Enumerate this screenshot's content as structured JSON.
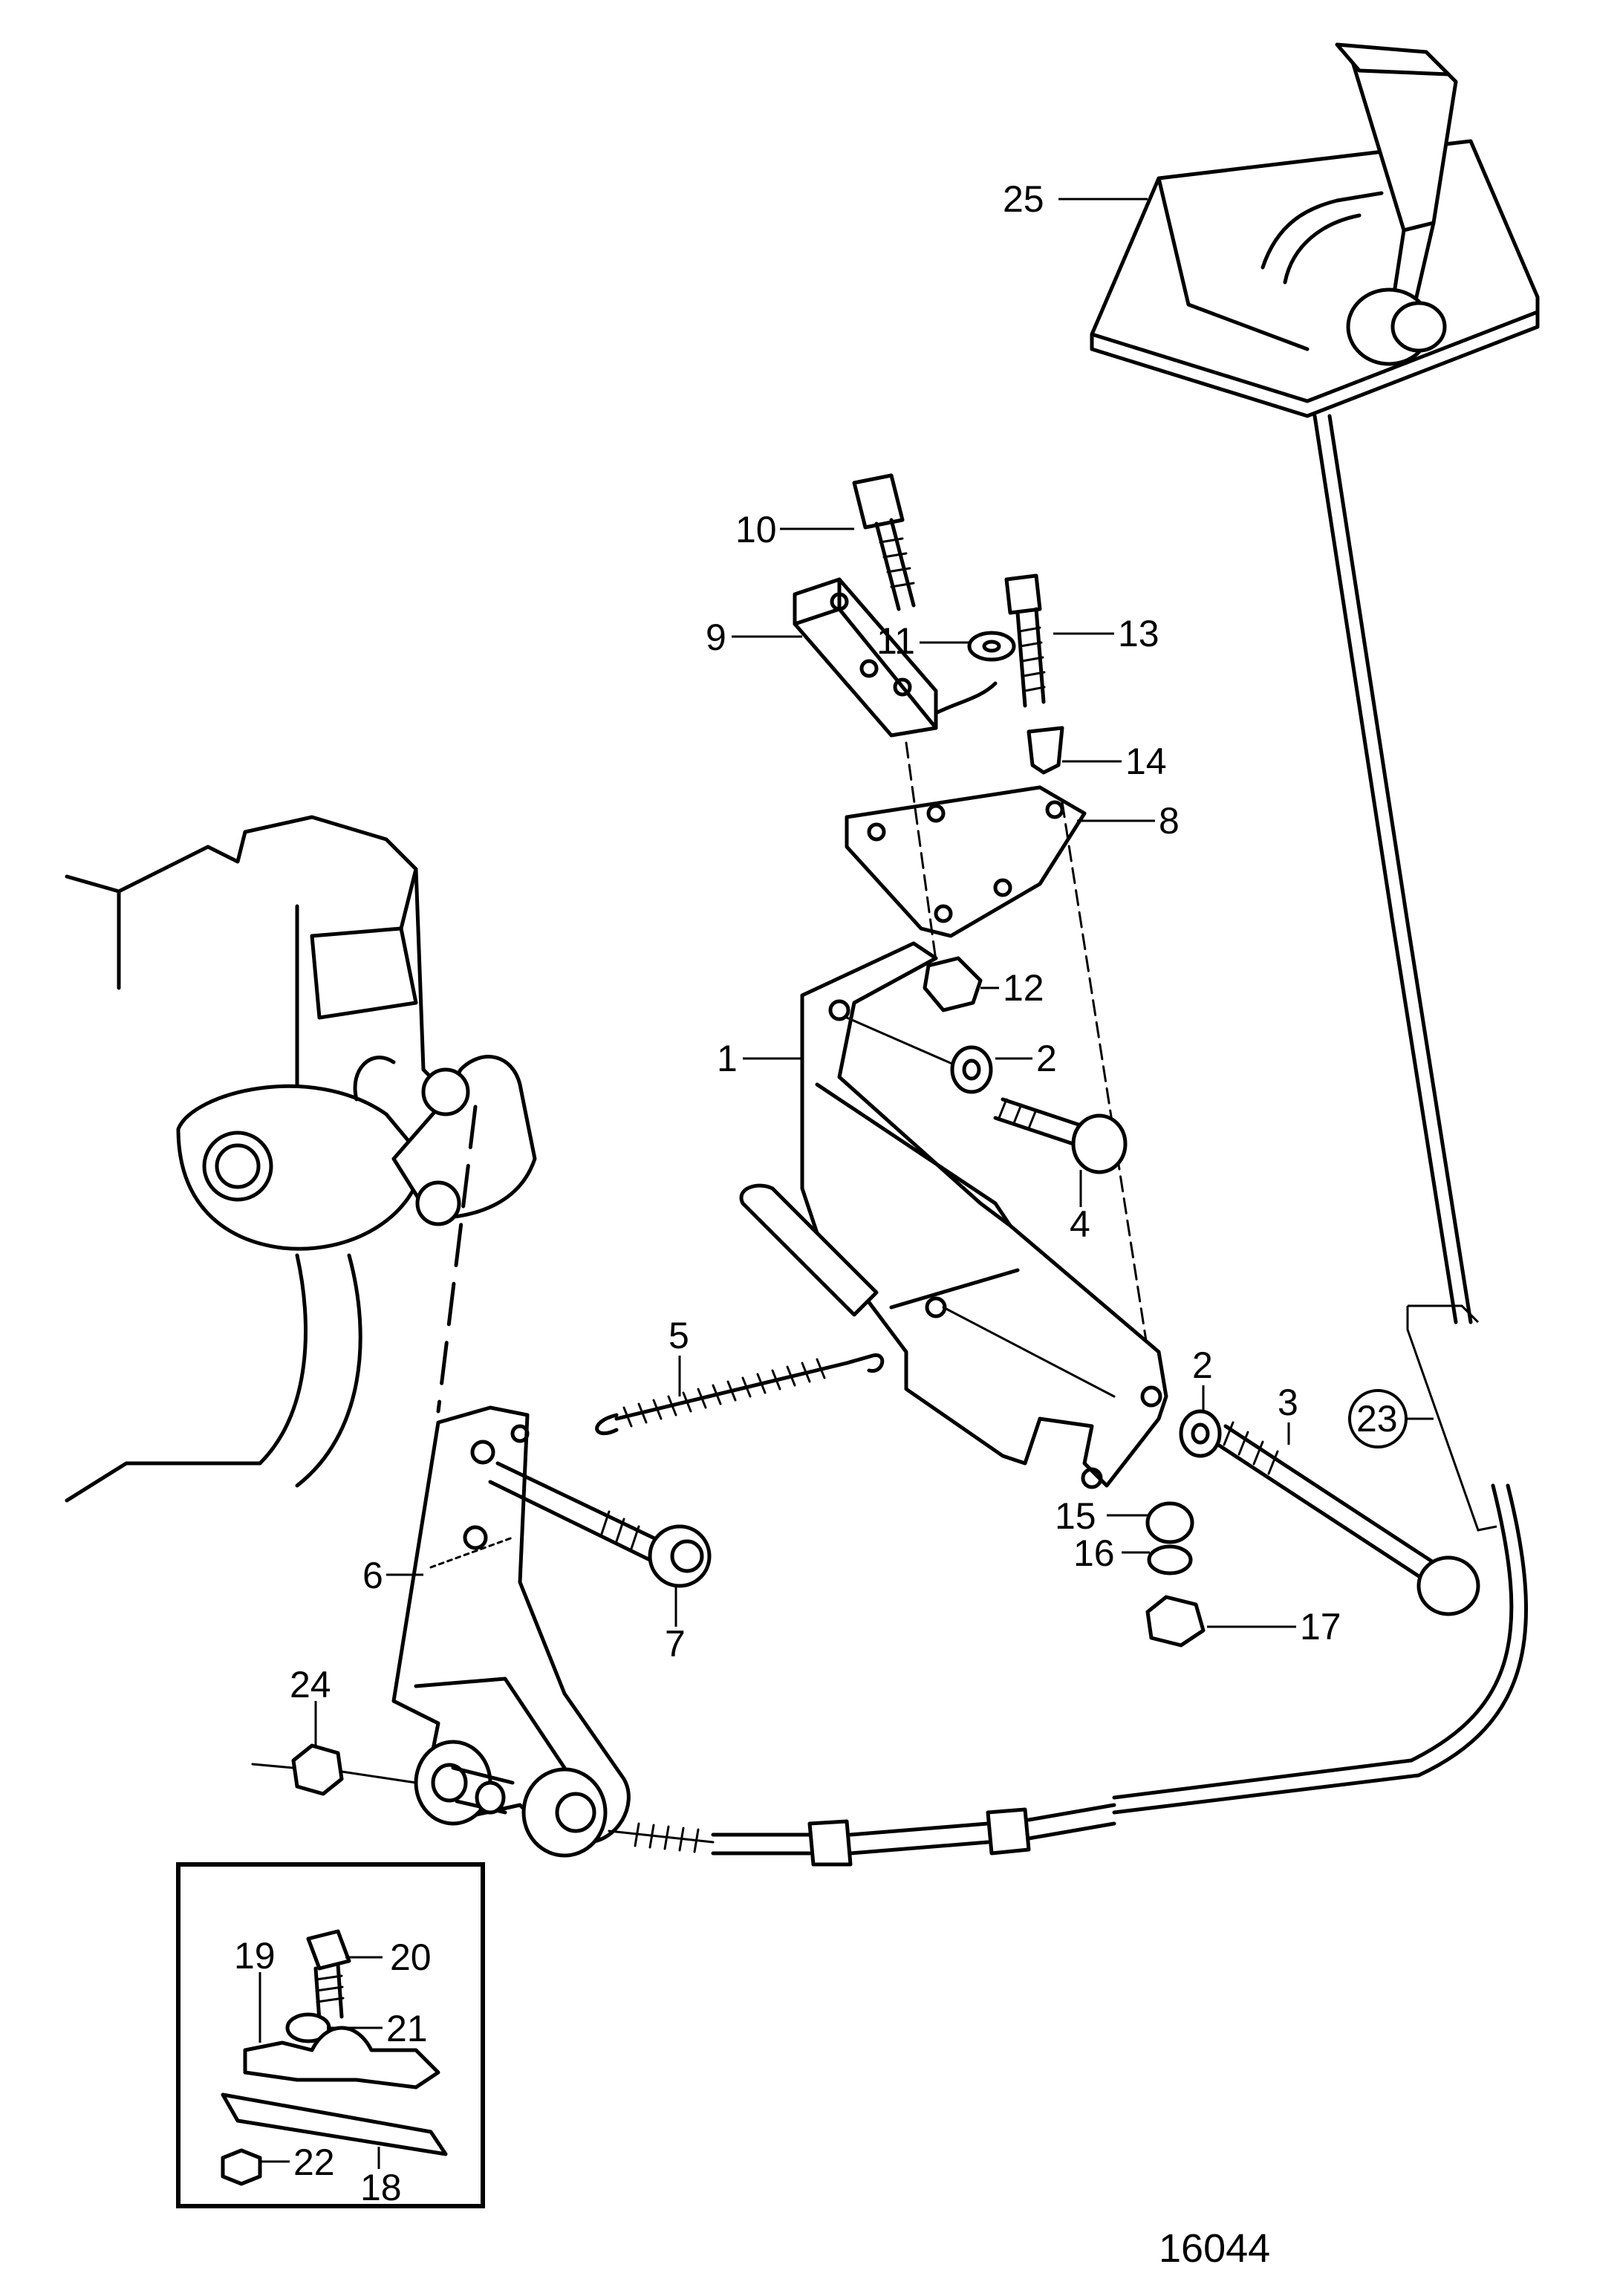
{
  "diagram": {
    "labels": {
      "p1": "1",
      "p2a": "2",
      "p2b": "2",
      "p3": "3",
      "p4": "4",
      "p5": "5",
      "p6": "6",
      "p7": "7",
      "p8": "8",
      "p9": "9",
      "p10": "10",
      "p11": "11",
      "p12": "12",
      "p13": "13",
      "p14": "14",
      "p15": "15",
      "p16": "16",
      "p17": "17",
      "p18": "18",
      "p19": "19",
      "p20": "20",
      "p21": "21",
      "p22": "22",
      "p23": "23",
      "p24": "24",
      "p25": "25"
    },
    "drawing_number": "16044"
  }
}
